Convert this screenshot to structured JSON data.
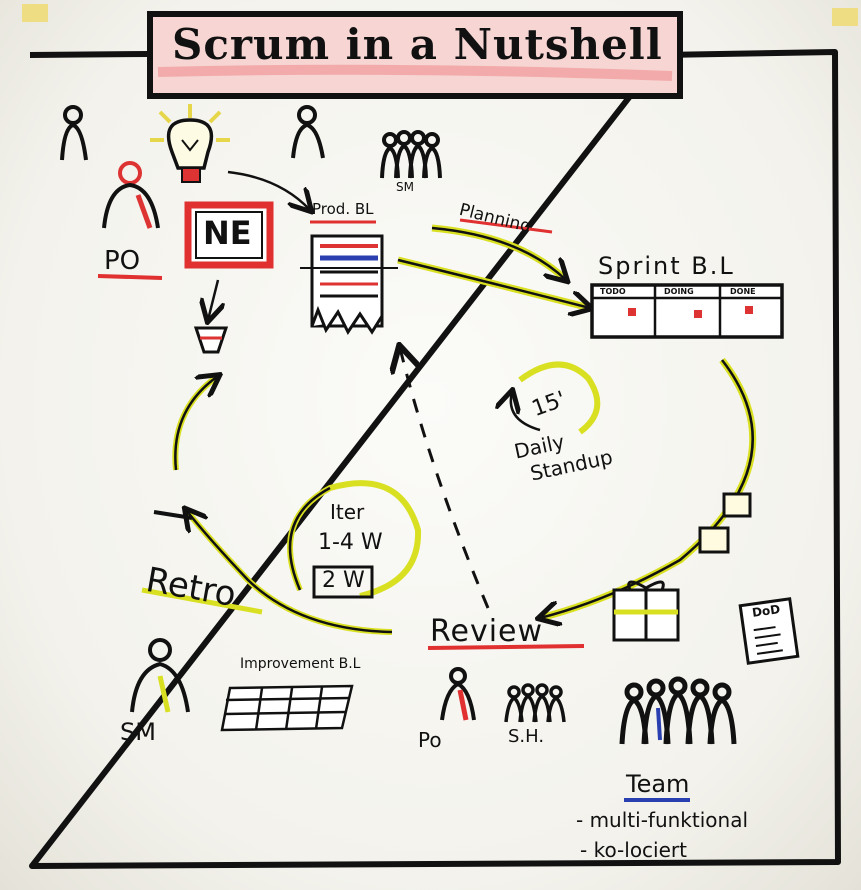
{
  "title": "Scrum in a Nutshell",
  "colors": {
    "accent_yellow": "#d9e021",
    "accent_red": "#e03030",
    "ink": "#111111",
    "note_blue": "#2a3fb0"
  },
  "roles_top": {
    "po": "PO",
    "sm_small": "SM",
    "ne_card": "NE"
  },
  "artifacts": {
    "product_backlog": "Prod. BL",
    "planning": "Planning",
    "sprint_backlog": "Sprint B.L",
    "sprint_columns": [
      "TODO",
      "DOING",
      "DONE"
    ],
    "improvement_backlog": "Improvement B.L",
    "dod": "DoD"
  },
  "cycle": {
    "daily_time": "15'",
    "daily_label_1": "Daily",
    "daily_label_2": "Standup",
    "iter_label": "Iter",
    "iter_range": "1-4 W",
    "iter_value": "2 W",
    "review": "Review",
    "retro": "Retro"
  },
  "people_bottom": {
    "sm": "SM",
    "po": "Po",
    "sh": "S.H.",
    "team": "Team",
    "team_note_1": "- multi-funktional",
    "team_note_2": "- ko-lociert"
  },
  "icons": [
    "lightbulb-icon",
    "funnel-icon",
    "gift-box-icon",
    "document-icon"
  ]
}
